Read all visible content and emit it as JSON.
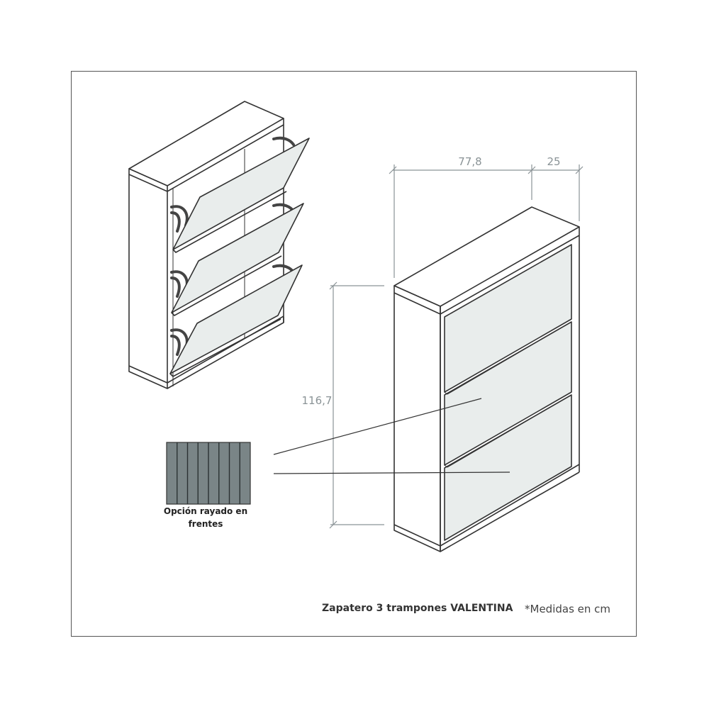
{
  "dimensions": {
    "width": "77,8",
    "depth": "25",
    "height": "116,7"
  },
  "swatch": {
    "caption_line1": "Opción rayado en",
    "caption_line2": "frentes",
    "color": "#7a8587",
    "stripe_count": 8
  },
  "footer": {
    "title": "Zapatero 3 trampones VALENTINA",
    "note": "*Medidas en cm"
  },
  "colors": {
    "outline": "#333333",
    "door_fill": "#e9edec",
    "dimension": "#8a9396",
    "hinge": "#444444"
  }
}
